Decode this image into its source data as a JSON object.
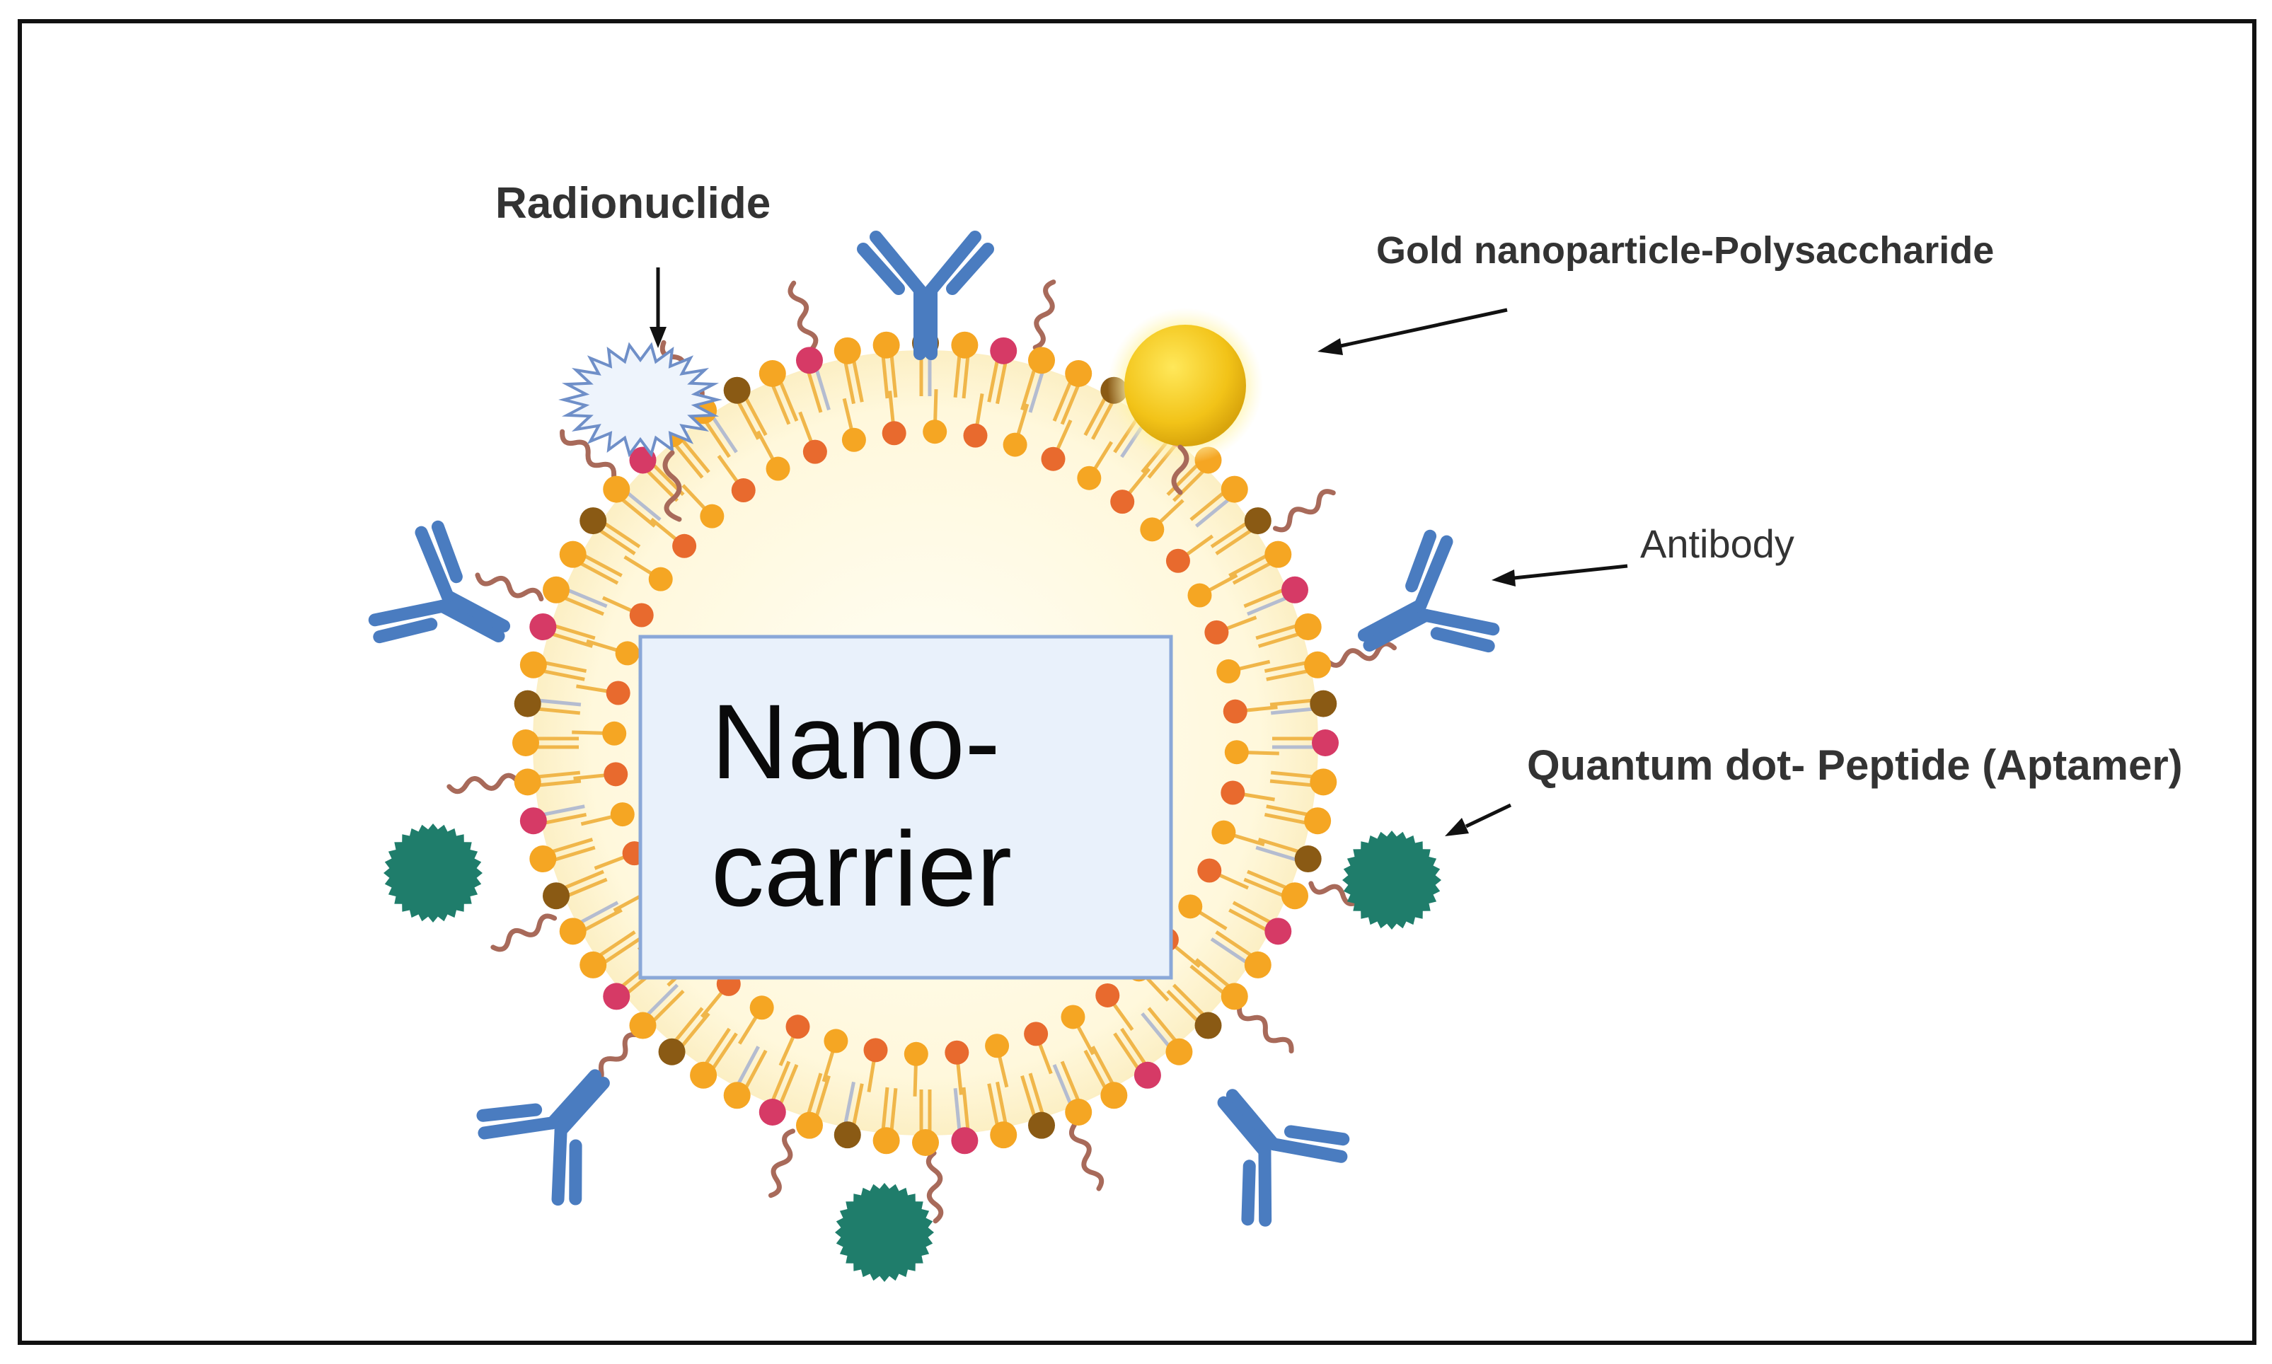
{
  "labels": {
    "radionuclide": "Radionuclide",
    "gold": "Gold nanoparticle-Polysaccharide",
    "antibody": "Antibody",
    "quantum_dot": "Quantum dot- Peptide (Aptamer)"
  },
  "center": {
    "line1": "Nano-",
    "line2": "carrier"
  },
  "icons": {
    "antibody": "antibody-icon",
    "gold": "gold-nanoparticle-icon",
    "radionuclide": "radionuclide-icon",
    "quantum_dot": "quantum-dot-icon",
    "peptide": "peptide-chain-icon",
    "lipid": "lipid-head-icon"
  },
  "colors": {
    "frame": "#111111",
    "antibody": "#4a7cc0",
    "gold": "#f2c318",
    "gold_glow": "#fff3a0",
    "quantum_dot": "#1f7d6b",
    "radionuclide_fill": "#eef4fc",
    "radionuclide_stroke": "#6f8fc8",
    "peptide": "#a86a5a",
    "lipid_pink": "#d63a66",
    "lipid_orange": "#f5a623",
    "lipid_brown": "#8a5a14",
    "lipid_tail": "#f0b64a",
    "lipid_tail_grey": "#b4bcd0",
    "inner_head": "#e86a2e",
    "core": "#fffbe8",
    "box_fill": "#e9f1fb",
    "box_stroke": "#8aa8d8"
  }
}
